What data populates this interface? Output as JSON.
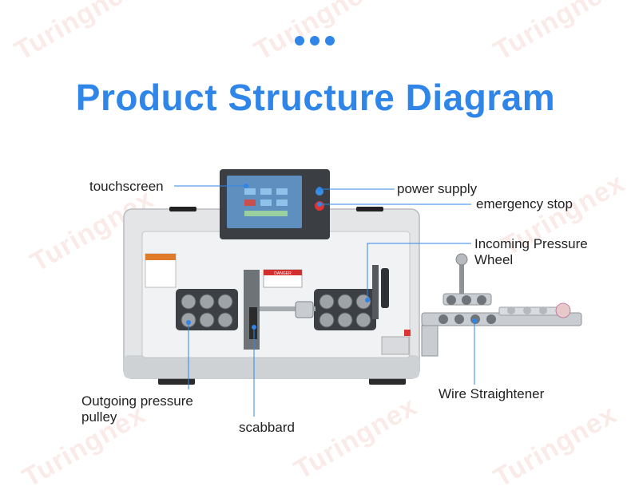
{
  "watermark_text": "Turingnex",
  "title": "Product Structure Diagram",
  "labels": {
    "touchscreen": "touchscreen",
    "power_supply": "power supply",
    "emergency_stop": "emergency stop",
    "incoming_line1": "Incoming Pressure",
    "incoming_line2": "Wheel",
    "outgoing_line1": "Outgoing pressure",
    "outgoing_line2": "pulley",
    "scabbard": "scabbard",
    "wire_straightener": "Wire Straightener"
  },
  "danger_sign": "DANGER",
  "colors": {
    "accent": "#2f86e8",
    "leader_line": "#2f86e8",
    "machine_body": "#dfe1e3",
    "screen": "#4a7fb0",
    "danger": "#d32f2f"
  }
}
